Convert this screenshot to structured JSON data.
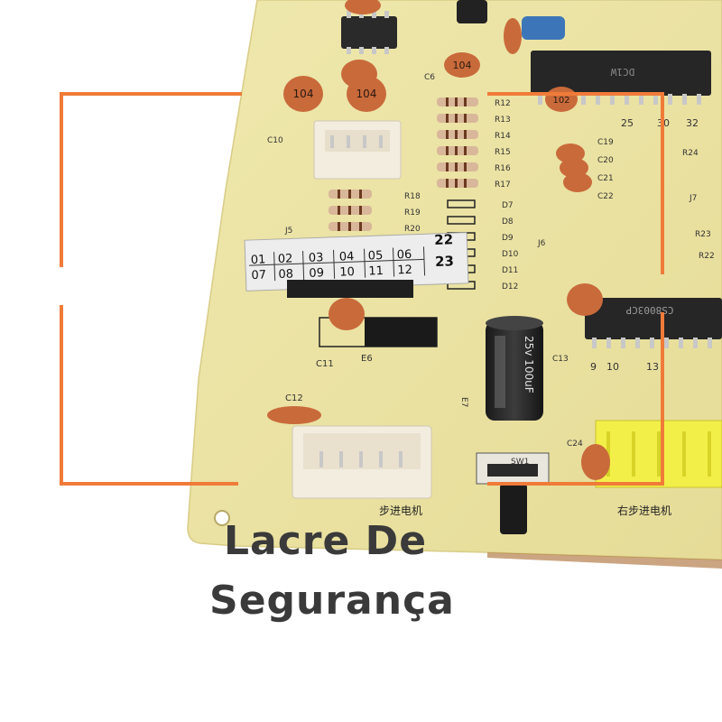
{
  "caption": {
    "line1": "Lacre De",
    "line2": "Segurança"
  },
  "seal": {
    "row1": [
      "01",
      "02",
      "03",
      "04",
      "05",
      "06",
      "22"
    ],
    "row2": [
      "07",
      "08",
      "09",
      "10",
      "11",
      "12",
      "23"
    ]
  },
  "chip_labels": {
    "op_chip": "CS8003CP",
    "top_chip": "DC1W"
  },
  "capacitor_codes": [
    "104",
    "104",
    "104",
    "102"
  ],
  "electrolytic": {
    "label": "25v 100uF"
  },
  "silkscreen": {
    "cap_refs": [
      "C10",
      "C12",
      "C11",
      "C13",
      "C19",
      "C20",
      "C21",
      "C22",
      "C24",
      "C6"
    ],
    "res_refs": [
      "R12",
      "R13",
      "R14",
      "R15",
      "R16",
      "R17",
      "R18",
      "R19",
      "R20",
      "R22",
      "R23",
      "R24"
    ],
    "diode_refs": [
      "D7",
      "D8",
      "D9",
      "D10",
      "D11",
      "D12"
    ],
    "misc_refs": [
      "J5",
      "J6",
      "J7",
      "E6",
      "E7",
      "SW1"
    ],
    "pin_numbers": [
      "9",
      "10",
      "13",
      "25",
      "30",
      "32"
    ],
    "chinese_text": [
      "步进电机",
      "右步进电机"
    ]
  },
  "colors": {
    "board": "#ece5a6",
    "accent_orange": "#f07b39",
    "connector": "#f3ede0",
    "yellow_connector": "#f3ef49"
  }
}
